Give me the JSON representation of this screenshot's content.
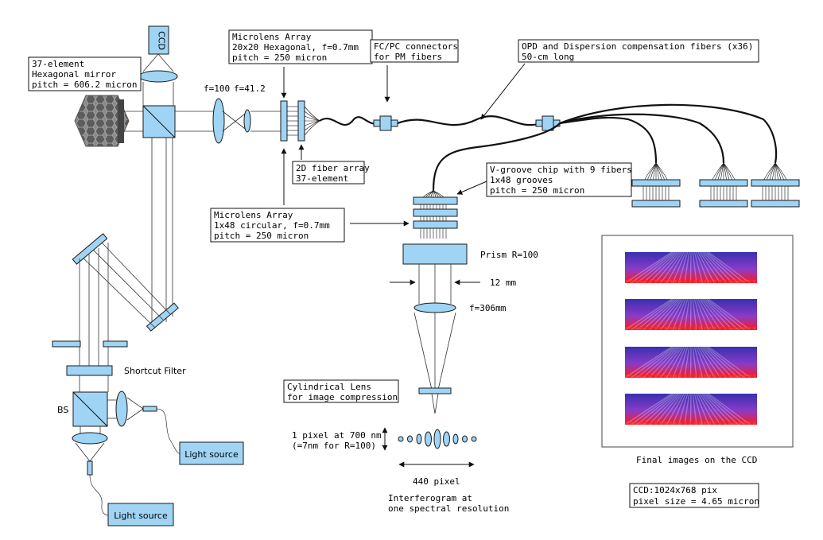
{
  "labels": {
    "hex_mirror_l1": "37-element",
    "hex_mirror_l2": "Hexagonal mirror",
    "hex_mirror_l3": "pitch = 606.2 micron",
    "ccd_icon": "CCD",
    "f100": "f=100",
    "f41": "f=41.2",
    "mla1_l1": "Microlens Array",
    "mla1_l2": "20x20 Hexagonal, f=0.7mm",
    "mla1_l3": "pitch = 250 micron",
    "fcpc_l1": "FC/PC connectors",
    "fcpc_l2": "for PM fibers",
    "opd_l1": "OPD and Dispersion compensation fibers (x36)",
    "opd_l2": "50-cm long",
    "fiber2d_l1": "2D fiber array",
    "fiber2d_l2": "37-element",
    "vgroove_l1": "V-groove chip with 9 fibers",
    "vgroove_l2": "1x48 grooves",
    "vgroove_l3": "pitch = 250 micron",
    "mla2_l1": "Microlens Array",
    "mla2_l2": "1x48 circular, f=0.7mm",
    "mla2_l3": "pitch = 250 micron",
    "prism": "Prism R=100",
    "mm12": "12 mm",
    "f306": "f=306mm",
    "shortcut": "Shortcut Filter",
    "bs": "BS",
    "light1": "Light source",
    "light2": "Light source",
    "cyl_l1": "Cylindrical Lens",
    "cyl_l2": "for image compression",
    "pix_l1": "1 pixel at 700 nm",
    "pix_l2": "(=7nm for R=100)",
    "pix440": "440 pixel",
    "interf_l1": "Interferogram at",
    "interf_l2": "one spectral resolution",
    "final": "Final images on the CCD",
    "ccdspec_l1": "CCD:1024x768 pix",
    "ccdspec_l2": "pixel size = 4.65 micron"
  },
  "colors": {
    "component": "#9fd4f5",
    "fringe_top": "#3a2fb0",
    "fringe_bottom": "#ff1a1a"
  }
}
